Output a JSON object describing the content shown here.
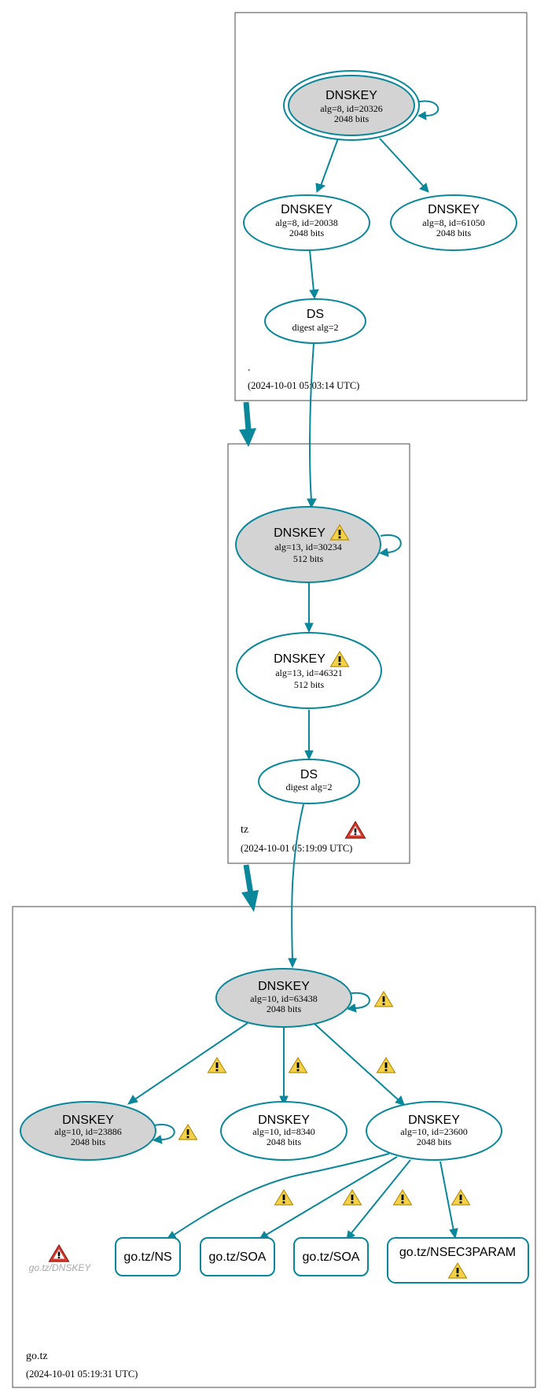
{
  "colors": {
    "edge": "#0a879a",
    "ksk_fill": "#d3d3d3",
    "key_fill": "#ffffff",
    "warning": "#f3d24a",
    "error": "#d83a30",
    "zone_border": "#4a4a4a"
  },
  "zones": [
    {
      "name": ".",
      "timestamp": "(2024-10-01 05:03:14 UTC)"
    },
    {
      "name": "tz",
      "timestamp": "(2024-10-01 05:19:09 UTC)"
    },
    {
      "name": "go.tz",
      "timestamp": "(2024-10-01 05:19:31 UTC)"
    }
  ],
  "nodes": {
    "root_ksk": {
      "title": "DNSKEY",
      "line1": "alg=8, id=20326",
      "line2": "2048 bits"
    },
    "root_zsk1": {
      "title": "DNSKEY",
      "line1": "alg=8, id=20038",
      "line2": "2048 bits"
    },
    "root_zsk2": {
      "title": "DNSKEY",
      "line1": "alg=8, id=61050",
      "line2": "2048 bits"
    },
    "root_ds": {
      "title": "DS",
      "line1": "digest alg=2"
    },
    "tz_ksk": {
      "title": "DNSKEY",
      "line1": "alg=13, id=30234",
      "line2": "512 bits"
    },
    "tz_zsk": {
      "title": "DNSKEY",
      "line1": "alg=13, id=46321",
      "line2": "512 bits"
    },
    "tz_ds": {
      "title": "DS",
      "line1": "digest alg=2"
    },
    "go_ksk": {
      "title": "DNSKEY",
      "line1": "alg=10, id=63438",
      "line2": "2048 bits"
    },
    "go_k23886": {
      "title": "DNSKEY",
      "line1": "alg=10, id=23886",
      "line2": "2048 bits"
    },
    "go_k8340": {
      "title": "DNSKEY",
      "line1": "alg=10, id=8340",
      "line2": "2048 bits"
    },
    "go_k23600": {
      "title": "DNSKEY",
      "line1": "alg=10, id=23600",
      "line2": "2048 bits"
    },
    "go_ns": {
      "title": "go.tz/NS"
    },
    "go_soa1": {
      "title": "go.tz/SOA"
    },
    "go_soa2": {
      "title": "go.tz/SOA"
    },
    "go_nsec3param": {
      "title": "go.tz/NSEC3PARAM"
    }
  },
  "ghost": {
    "label": "go.tz/DNSKEY"
  }
}
